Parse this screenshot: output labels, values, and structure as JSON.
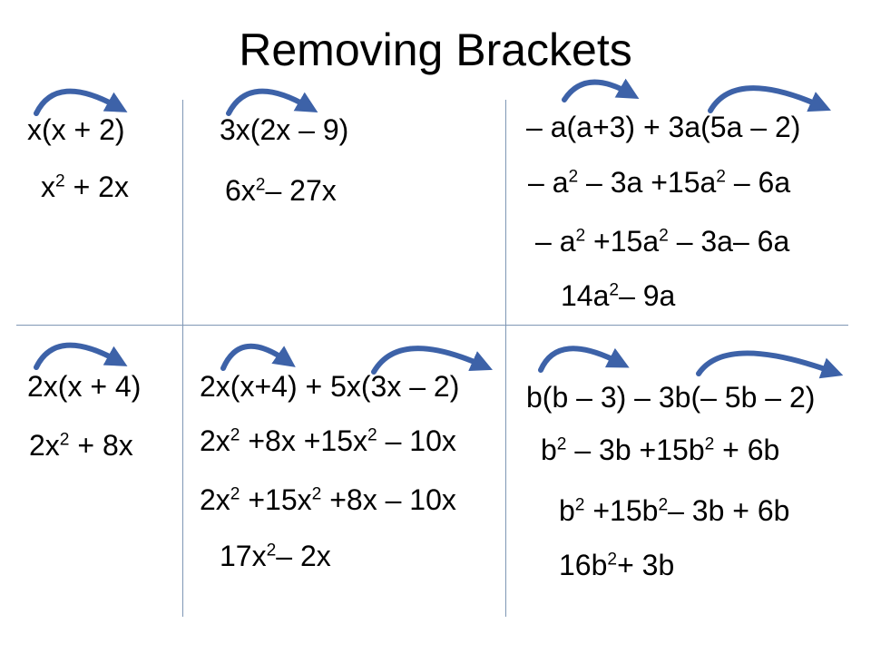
{
  "slide": {
    "title": "Removing Brackets",
    "arrow_color": "#3d62a8",
    "divider_color": "#7f97b5"
  },
  "q1": {
    "problem": "x(x + 2)",
    "answer": {
      "a": "x",
      "a_exp": "2",
      "b": " + 2x"
    }
  },
  "q2": {
    "problem": "3x(2x – 9)",
    "answer": {
      "a": "6x",
      "a_exp": "2",
      "b": "– 27x"
    }
  },
  "q3": {
    "problem": "– a(a+3) + 3a(5a – 2)",
    "step1": {
      "a": "– a",
      "a_exp": "2",
      "b": " – 3a +15a",
      "b_exp": "2",
      "c": " – 6a"
    },
    "step2": {
      "a": "– a",
      "a_exp": "2",
      "b": " +15a",
      "b_exp": "2",
      "c": " – 3a– 6a"
    },
    "answer": {
      "a": "14a",
      "a_exp": "2",
      "b": "– 9a"
    }
  },
  "q4": {
    "problem": "2x(x + 4)",
    "answer": {
      "a": "2x",
      "a_exp": "2",
      "b": " + 8x"
    }
  },
  "q5": {
    "problem": "2x(x+4) + 5x(3x – 2)",
    "step1": {
      "a": "2x",
      "a_exp": "2",
      "b": " +8x +15x",
      "b_exp": "2",
      "c": " – 10x"
    },
    "step2": {
      "a": "2x",
      "a_exp": "2",
      "b": " +15x",
      "b_exp": "2",
      "c": " +8x – 10x"
    },
    "answer": {
      "a": "17x",
      "a_exp": "2",
      "b": "– 2x"
    }
  },
  "q6": {
    "problem": "b(b – 3) – 3b(– 5b – 2)",
    "step1": {
      "a": "b",
      "a_exp": "2",
      "b": " – 3b +15b",
      "b_exp": "2",
      "c": " + 6b"
    },
    "step2": {
      "a": "b",
      "a_exp": "2",
      "b": " +15b",
      "b_exp": "2",
      "c": "– 3b + 6b"
    },
    "answer": {
      "a": "16b",
      "a_exp": "2",
      "b": "+ 3b"
    }
  }
}
